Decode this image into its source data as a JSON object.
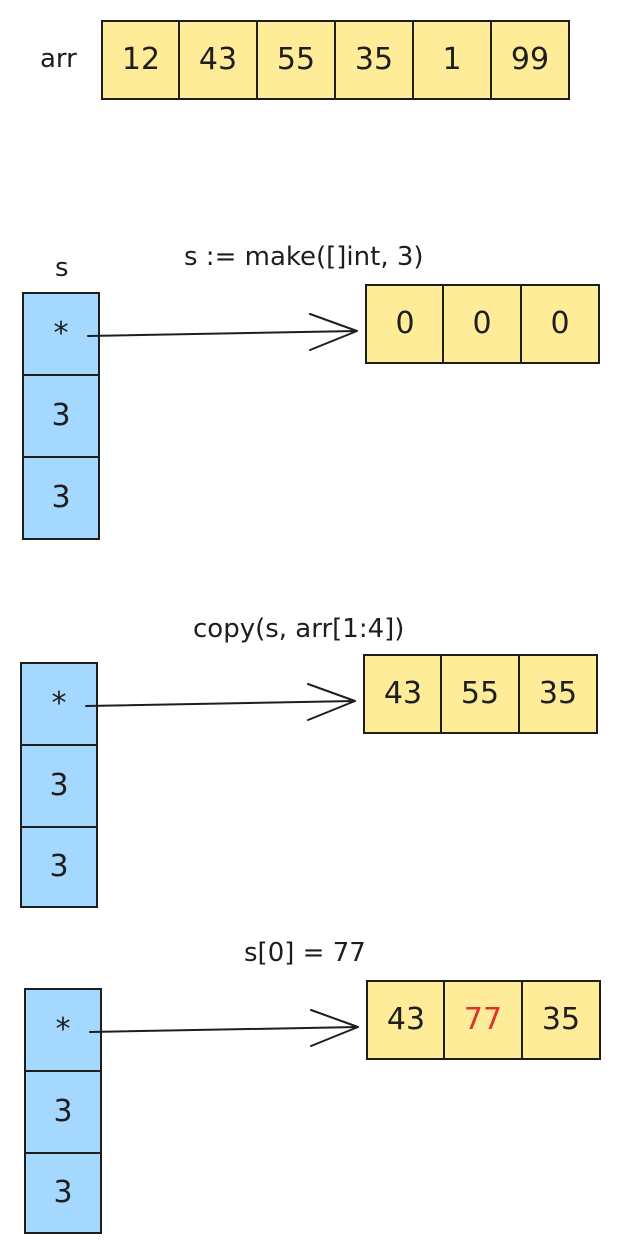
{
  "arr": {
    "label": "arr",
    "cells": [
      "12",
      "43",
      "55",
      "35",
      "1",
      "99"
    ]
  },
  "s_label": "s",
  "steps": [
    {
      "caption": "s := make([]int, 3)",
      "header": [
        "*",
        "3",
        "3"
      ],
      "backing": [
        "0",
        "0",
        "0"
      ]
    },
    {
      "caption": "copy(s, arr[1:4])",
      "header": [
        "*",
        "3",
        "3"
      ],
      "backing": [
        "43",
        "55",
        "35"
      ]
    },
    {
      "caption": "s[0] = 77",
      "header": [
        "*",
        "3",
        "3"
      ],
      "backing": [
        "43",
        "77",
        "35"
      ]
    }
  ],
  "colors": {
    "array_fill": "#ffec99",
    "header_fill": "#a5d8ff",
    "stroke": "#1e1e1e",
    "highlight_text": "#e03131"
  }
}
